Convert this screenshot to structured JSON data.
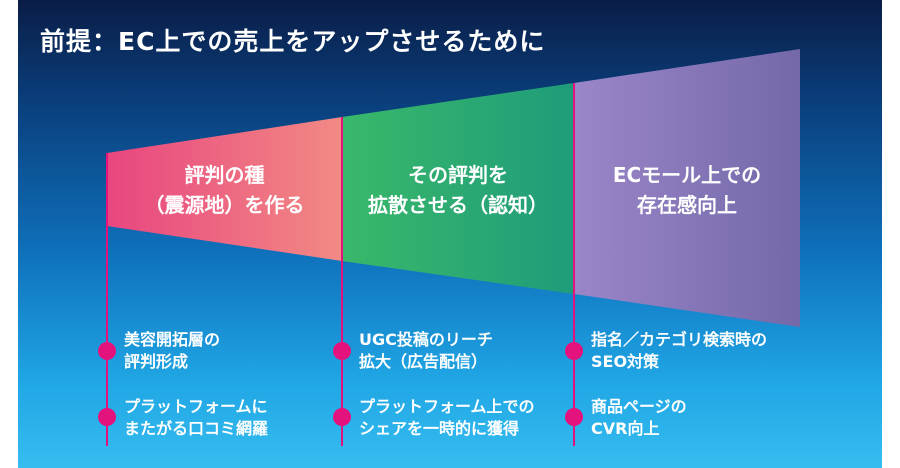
{
  "title": "前提：EC上での売上をアップさせるために",
  "stages": [
    {
      "label_lines": [
        "評判の種",
        "（震源地）を作る"
      ],
      "color_from": "#e8467f",
      "color_to": "#f28a84",
      "points": [
        [
          "美容開拓層の",
          "評判形成"
        ],
        [
          "プラットフォームに",
          "またがる口コミ網羅"
        ]
      ]
    },
    {
      "label_lines": [
        "その評判を",
        "拡散させる（認知）"
      ],
      "color_from": "#39b86a",
      "color_to": "#1f9c7a",
      "points": [
        [
          "UGC投稿のリーチ",
          "拡大（広告配信）"
        ],
        [
          "プラットフォーム上での",
          "シェアを一時的に獲得"
        ]
      ]
    },
    {
      "label_lines": [
        "ECモール上での",
        "存在感向上"
      ],
      "color_from": "#9a86c9",
      "color_to": "#7468a8",
      "points": [
        [
          "指名／カテゴリ検索時の",
          "SEO対策"
        ],
        [
          "商品ページの",
          "CVR向上"
        ]
      ]
    }
  ],
  "accent_color": "#e4127d"
}
